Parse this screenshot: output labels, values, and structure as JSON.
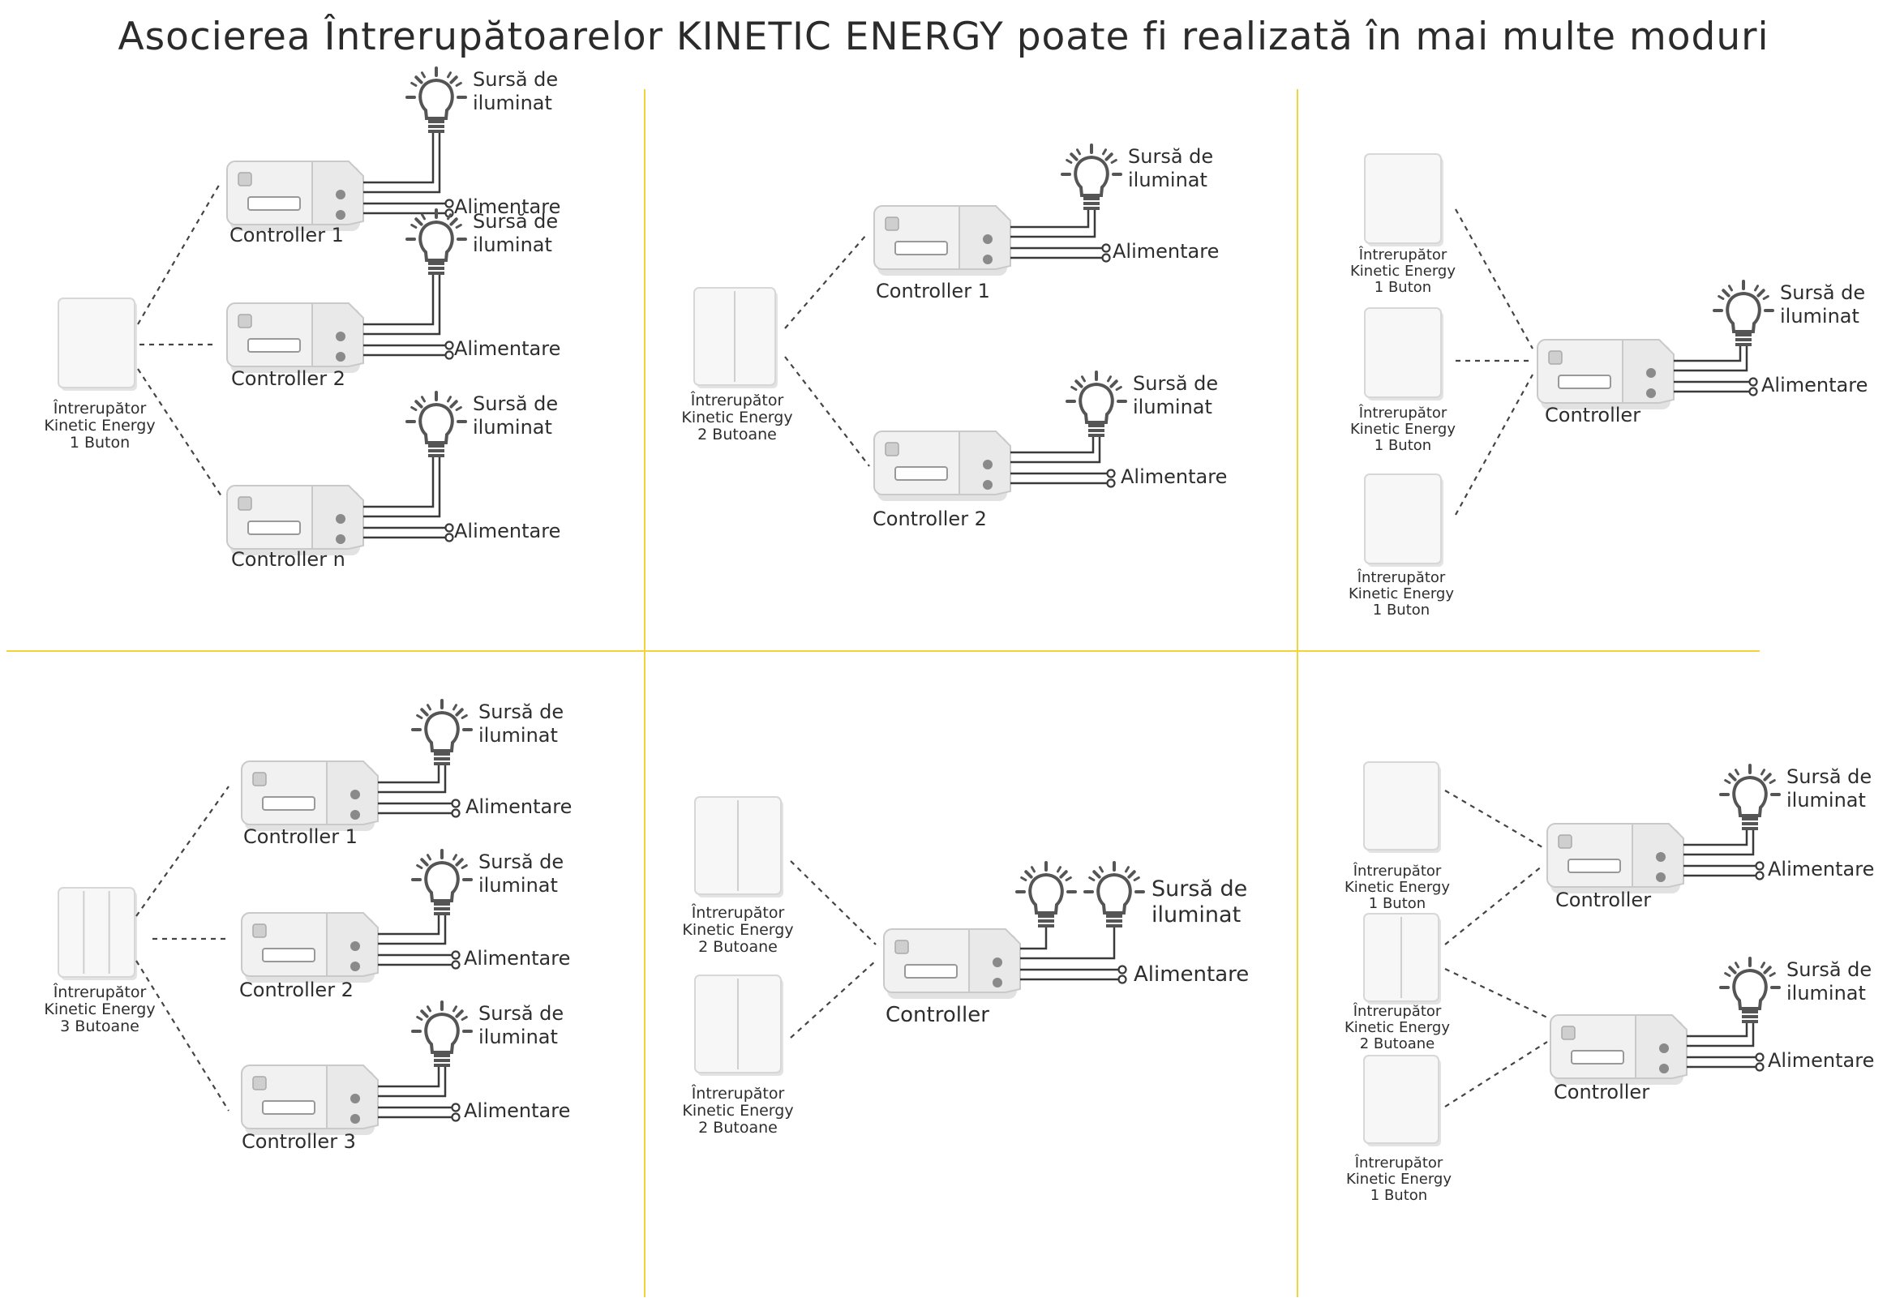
{
  "title": "Asocierea Întrerupătoarelor KINETIC ENERGY poate fi realizată în mai multe moduri",
  "labels": {
    "light_l1": "Sursă de",
    "light_l2": "iluminat",
    "power": "Alimentare"
  },
  "switch_types": {
    "one": [
      "Întrerupător",
      "Kinetic Energy",
      "1 Buton"
    ],
    "two": [
      "Întrerupător",
      "Kinetic Energy",
      "2 Butoane"
    ],
    "three": [
      "Întrerupător",
      "Kinetic Energy",
      "3 Butoane"
    ]
  },
  "panels": [
    {
      "id": "one-switch-many-controllers",
      "switches": [
        {
          "type": "one"
        }
      ],
      "controllers": [
        "Controller 1",
        "Controller 2",
        "Controller n"
      ]
    },
    {
      "id": "two-button-switch-two-controllers",
      "switches": [
        {
          "type": "two"
        }
      ],
      "controllers": [
        "Controller 1",
        "Controller 2"
      ]
    },
    {
      "id": "three-switches-one-controller",
      "switches": [
        {
          "type": "one"
        },
        {
          "type": "one"
        },
        {
          "type": "one"
        }
      ],
      "controllers": [
        "Controller"
      ]
    },
    {
      "id": "three-button-switch-three-controllers",
      "switches": [
        {
          "type": "three"
        }
      ],
      "controllers": [
        "Controller 1",
        "Controller 2",
        "Controller 3"
      ]
    },
    {
      "id": "two-switches-one-controller-two-lights",
      "switches": [
        {
          "type": "two"
        },
        {
          "type": "two"
        }
      ],
      "controllers": [
        "Controller"
      ]
    },
    {
      "id": "mixed-switches-two-controllers",
      "switches": [
        {
          "type": "one"
        },
        {
          "type": "two"
        },
        {
          "type": "one"
        }
      ],
      "controllers": [
        "Controller",
        "Controller"
      ]
    }
  ],
  "colors": {
    "divider": "#f2d33a",
    "text": "#2e2e2e",
    "device_fill": "#f1f1f1",
    "device_stroke": "#c9c9c9",
    "wire": "#3a3a3a",
    "bulb": "#555555"
  }
}
